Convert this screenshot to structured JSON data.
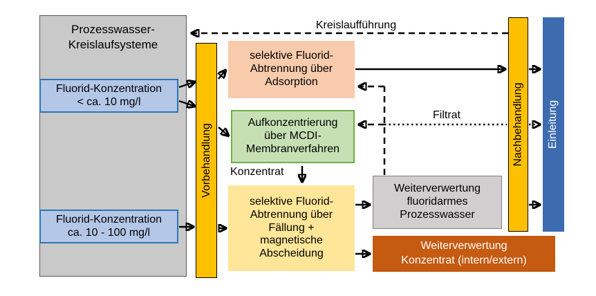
{
  "colors": {
    "bg": "#ffffff",
    "panel-gray": "#c9c9c9",
    "panel-border": "#595959",
    "input-blue": "#b4c7e7",
    "input-blue-border": "#2e74b5",
    "bar-orange": "#ffc000",
    "bar-border": "#000000",
    "adsorption-salmon": "#f8cbad",
    "mcdi-green": "#c6e0b4",
    "mcdi-green-border": "#70ad47",
    "faellung-yellow": "#ffe699",
    "reuse-gray": "#d0cece",
    "reuse-gray-border": "#7f7f7f",
    "concentrate-brown": "#c55a11",
    "discharge-blue": "#3c6bb0",
    "arrow-black": "#000000"
  },
  "nodes": {
    "system_panel": "Prozesswasser-\nKreislaufsysteme",
    "fluoride_low": "Fluorid-Konzentration\n< ca. 10 mg/l",
    "fluoride_high": "Fluorid-Konzentration\nca. 10 - 100 mg/l",
    "pretreatment": "Vorbehandlung",
    "adsorption": "selektive Fluorid-\nAbtrennung über\nAdsorption",
    "mcdi": "Aufkonzentrierung\nüber MCDI-\nMembranverfahren",
    "precipitation": "selektive Fluorid-\nAbtrennung über\nFällung +\nmagnetische\nAbscheidung",
    "reuse_water": "Weiterverwertung\nfluoridarmes\nProzesswasser",
    "reuse_concentrate": "Weiterverwertung\nKonzentrat (intern/extern)",
    "posttreatment": "Nachbehandlung",
    "discharge": "Einleitung"
  },
  "labels": {
    "recirculation": "Kreislaufführung",
    "filtrate": "Filtrat",
    "concentrate": "Konzentrat"
  }
}
